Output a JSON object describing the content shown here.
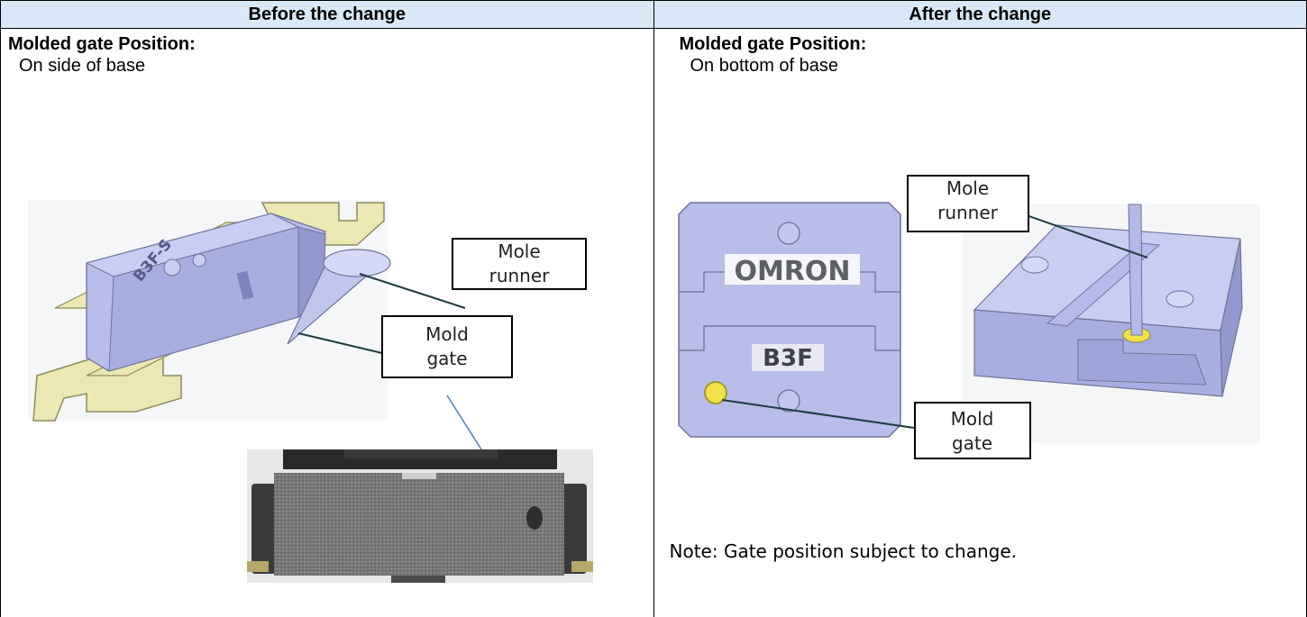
{
  "header": {
    "before_title": "Before the change",
    "after_title": "After the change"
  },
  "before": {
    "heading": "Molded gate Position:",
    "location": "On side of base",
    "callout_runner_line1": "Mole",
    "callout_runner_line2": "runner",
    "callout_gate_line1": "Mold",
    "callout_gate_line2": "gate",
    "part_text": "B3F-S"
  },
  "after": {
    "heading": "Molded gate Position:",
    "location": "On bottom of base",
    "callout_runner_line1": "Mole",
    "callout_runner_line2": "runner",
    "callout_gate_line1": "Mold",
    "callout_gate_line2": "gate",
    "brand_text": "OMRON",
    "model_text": "B3F",
    "note": "Note:  Gate position subject to change."
  },
  "colors": {
    "header_bg": "#d9e8f6",
    "part_body": "#b8bde9",
    "frame_metal": "#ece8b4",
    "gate_yellow": "#f2e24a"
  }
}
